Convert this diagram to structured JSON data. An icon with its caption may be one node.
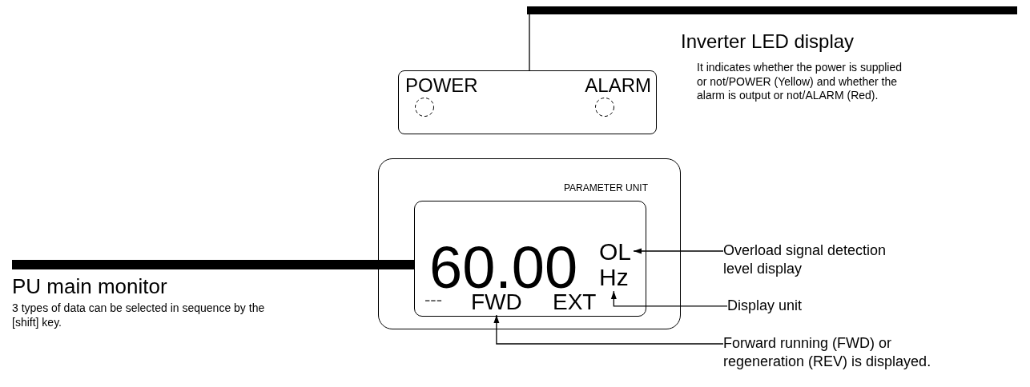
{
  "diagram": {
    "nodes": [
      {
        "text": [
          "POWER",
          "ALARM"
        ]
      },
      {
        "text": [
          "Inverter LED display",
          "It indicates whether the power is supplied or not/POWER (Yellow) and whether the alarm is output or not/ALARM (Red)."
        ]
      },
      {
        "text": [
          "PARAMETER UNIT"
        ]
      },
      {
        "text": [],
        "shape": "box",
        "in": 2
      },
      {
        "text": [
          "OL"
        ],
        "in": 3
      },
      {
        "text": [
          "Hz"
        ],
        "in": 3
      },
      {
        "text": [
          "FWD"
        ],
        "in": 3
      },
      {
        "text": [
          "PU main monitor",
          "3 types of data can be selected in sequence by the [shift] key."
        ]
      },
      {
        "text": [
          "Overload signal detection level display"
        ]
      },
      {
        "text": [
          "Display unit"
        ]
      },
      {
        "text": [
          "Forward running (FWD) or regeneration (REV) is displayed."
        ]
      }
    ],
    "edges": [
      {
        "from": 1,
        "to": 0,
        "arrow": "none"
      },
      {
        "from": 7,
        "to": 3,
        "arrow": "none",
        "style": "thick"
      },
      {
        "from": 8,
        "to": 4,
        "arrow": "to"
      },
      {
        "from": 9,
        "to": 5,
        "arrow": "to"
      },
      {
        "from": 10,
        "to": 6,
        "arrow": "to"
      }
    ],
    "labels": [
      "60.00",
      "---",
      "EXT"
    ]
  }
}
